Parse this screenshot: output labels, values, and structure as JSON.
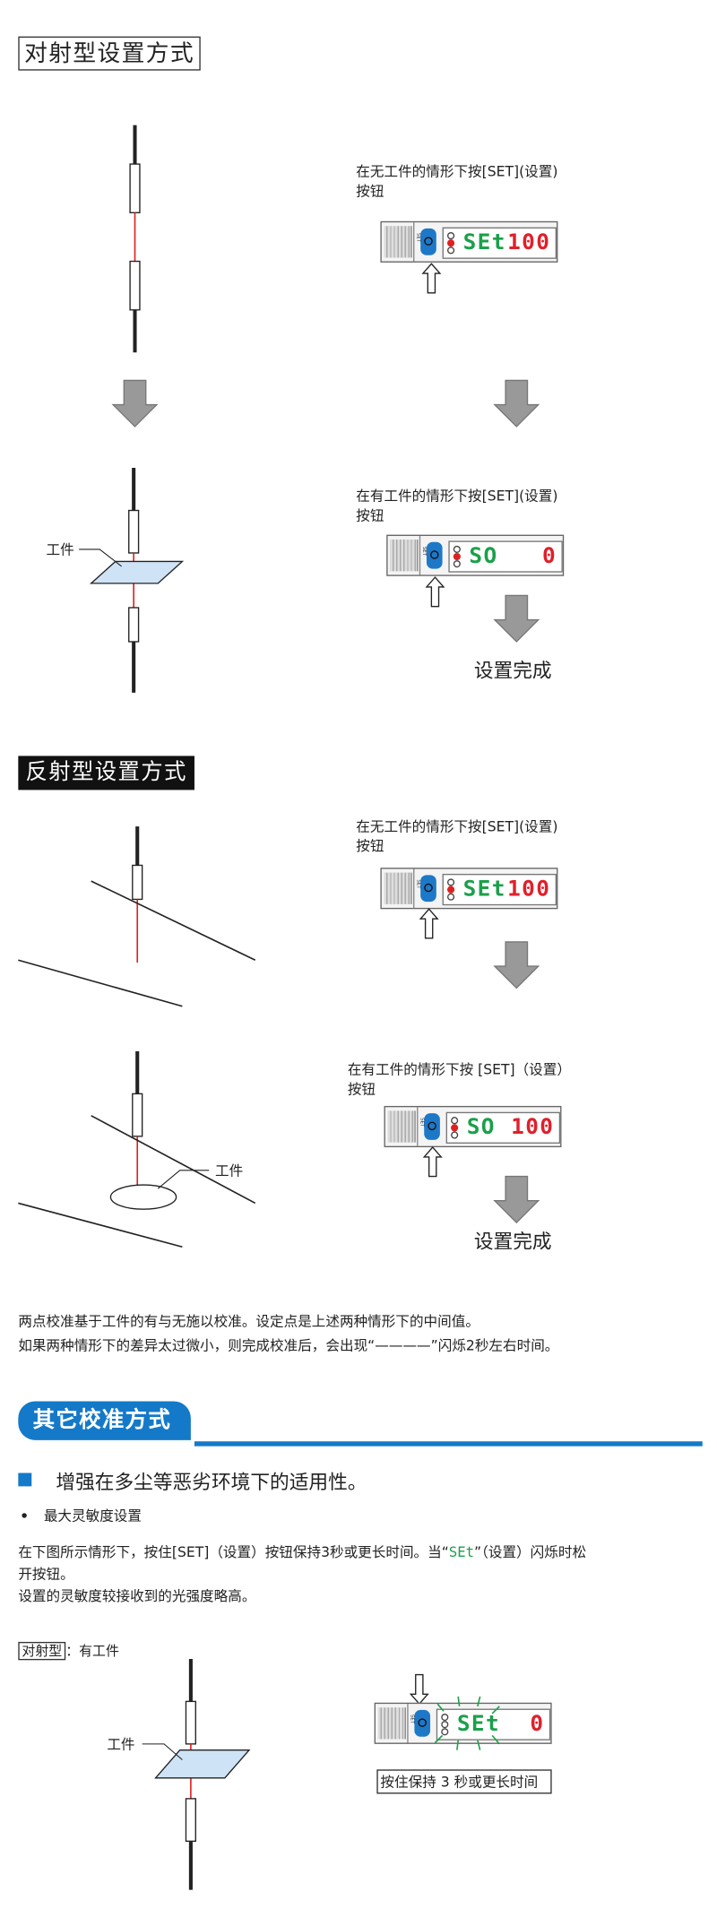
{
  "section1": {
    "title": "对射型设置方式",
    "step1": {
      "line1": "在无工件的情形下按[SET](设置)",
      "line2": "按钮"
    },
    "step2": {
      "line1": "在有工件的情形下按[SET](设置)",
      "line2": "按钮"
    },
    "workpiece_label": "工件",
    "done": "设置完成"
  },
  "section2": {
    "title": "反射型设置方式",
    "step1": {
      "line1": "在无工件的情形下按[SET](设置)",
      "line2": "按钮"
    },
    "step2": {
      "line1": "在有工件的情形下按 [SET]（设置）",
      "line2": "按钮"
    },
    "workpiece_label": "工件",
    "done": "设置完成"
  },
  "note": {
    "line1": "两点校准基于工件的有与无施以校准。设定点是上述两种情形下的中间值。",
    "line2": "如果两种情形下的差异太过微小，则完成校准后，会出现“————”闪烁2秒左右时间。"
  },
  "section3": {
    "title": "其它校准方式",
    "heading": "增强在多尘等恶劣环境下的适用性。",
    "bullet": "最大灵敏度设置",
    "text1a": "在下图所示情形下，按住[SET]（设置）按钮保持3秒或更长时间。当“",
    "text1_set": "SEt",
    "text1b": "”（设置）闪烁时松",
    "text2": "开按钮。",
    "text3": "设置的灵敏度较接收到的光强度略高。",
    "mode_label": "对射型",
    "mode_suffix": "：有工件",
    "workpiece_label": "工件",
    "hold_caption": "按住保持 3 秒或更长时间"
  },
  "sensors": [
    {
      "set_label": "SET",
      "green": "SEt",
      "red": "100",
      "led_on": 1
    },
    {
      "set_label": "SET",
      "green": "SO",
      "red": "0",
      "led_on": 1
    },
    {
      "set_label": "SET",
      "green": "SEt",
      "red": "100",
      "led_on": 1
    },
    {
      "set_label": "SET",
      "green": "SO",
      "red": "100",
      "led_on": 1
    },
    {
      "set_label": "SET",
      "green": "SEt",
      "red": "0",
      "led_on": -1
    }
  ],
  "colors": {
    "accent_blue": "#1479c8",
    "display_green": "#1aa04a",
    "display_red": "#e0202a",
    "beam_red": "#e02020"
  }
}
